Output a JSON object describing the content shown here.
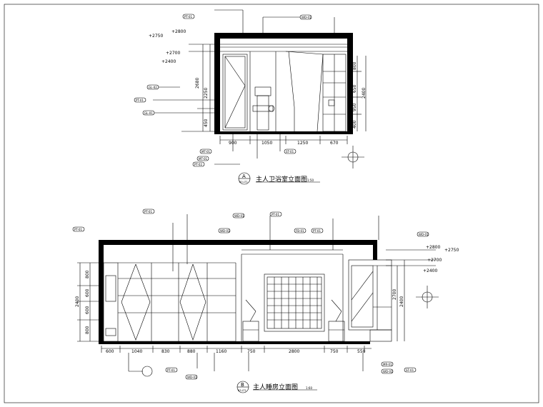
{
  "drawing_a": {
    "title": "主人卫浴室立面图",
    "scale": "1:50",
    "marker_letter": "A",
    "marker_sub": "B3-LT1",
    "elev_left": [
      "+2750",
      "+2800",
      "+2700",
      "+2400"
    ],
    "height_labels_left": [
      "2680",
      "2250",
      "450"
    ],
    "height_labels_right": [
      "800",
      "650",
      "2400",
      "950",
      "400"
    ],
    "widths": [
      "900",
      "1050",
      "1250",
      "670"
    ],
    "tags": [
      "PT-01",
      "WD-01",
      "PT-01",
      "GL-01",
      "GL-02",
      "ST-01",
      "MT-01",
      "MT-01",
      "PT-02"
    ]
  },
  "drawing_b": {
    "title": "主人睡房立面图",
    "scale": "1:60",
    "marker_letter": "B",
    "marker_sub": "B3-LT1",
    "height_labels_left": [
      "2400",
      "800",
      "600",
      "600",
      "800"
    ],
    "elev_right": [
      "+2800",
      "+2750",
      "+2700",
      "+2400"
    ],
    "height_labels_right": [
      "2700",
      "2400"
    ],
    "widths": [
      "600",
      "1040",
      "830",
      "880",
      "1160",
      "750",
      "2800",
      "750",
      "550"
    ],
    "tags": [
      "PT-01",
      "PT-01",
      "WD-01",
      "WD-01",
      "PT-01",
      "FB-01",
      "PT-01",
      "WD-01",
      "PT-01",
      "WD-01",
      "MR-01",
      "ST-01",
      "WD-01"
    ]
  },
  "colors": {
    "ink": "#000000",
    "paper": "#ffffff"
  }
}
